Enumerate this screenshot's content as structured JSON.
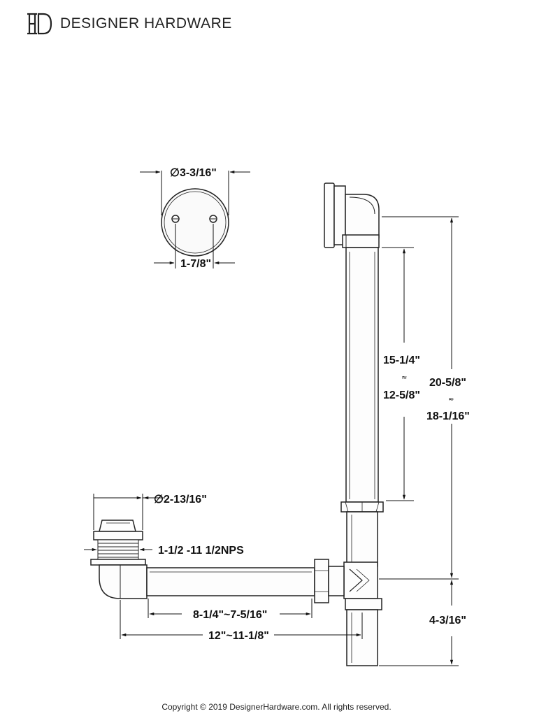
{
  "header": {
    "logo_icon": "dh-monogram-icon",
    "brand": "DESIGNER HARDWARE"
  },
  "dimensions": {
    "faceplate_diameter": "∅3-3/16\"",
    "screw_spacing": "1-7/8\"",
    "drain_diameter": "∅2-13/16\"",
    "thread_spec": "1-1/2 -11 1/2NPS",
    "overflow_max": "15-1/4\"",
    "overflow_min": "12-5/8\"",
    "overall_height_max": "20-5/8\"",
    "overall_height_min": "18-1/16\"",
    "approx_symbol": "≈",
    "arm_length": "8-1/4\"~7-5/16\"",
    "total_length": "12\"~11-1/8\"",
    "tee_height": "4-3/16\""
  },
  "footer": {
    "copyright": "Copyright © 2019 DesignerHardware.com. All rights reserved."
  }
}
